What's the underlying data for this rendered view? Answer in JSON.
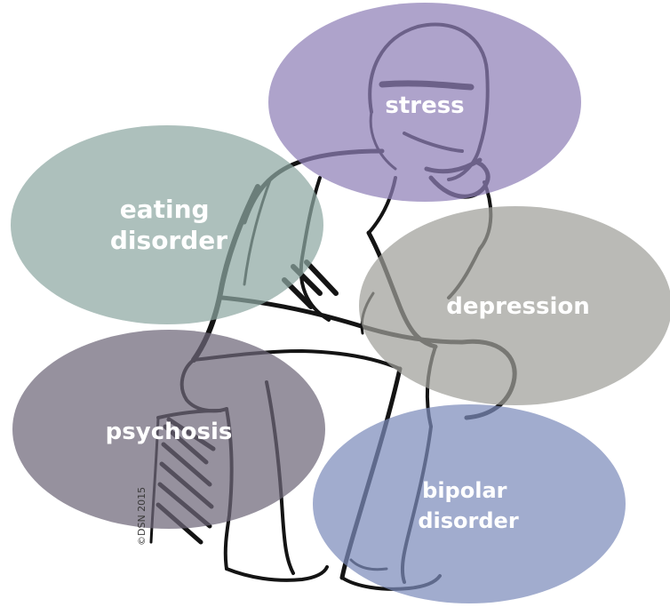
{
  "bubbles": [
    {
      "id": "stress",
      "lines": [
        "stress"
      ],
      "color": "#8f7fb7"
    },
    {
      "id": "eating-disorder",
      "lines": [
        "eating",
        "disorder"
      ],
      "color": "#8ea8a2"
    },
    {
      "id": "depression",
      "lines": [
        "depression"
      ],
      "color": "#9f9f9a"
    },
    {
      "id": "psychosis",
      "lines": [
        "psychosis"
      ],
      "color": "#6e6778"
    },
    {
      "id": "bipolar-disorder",
      "lines": [
        "bipolar",
        "disorder"
      ],
      "color": "#7d8cbb"
    }
  ],
  "credit": "©DSN 2015",
  "colors": {
    "ink": "#141414",
    "background": "#ffffff"
  }
}
